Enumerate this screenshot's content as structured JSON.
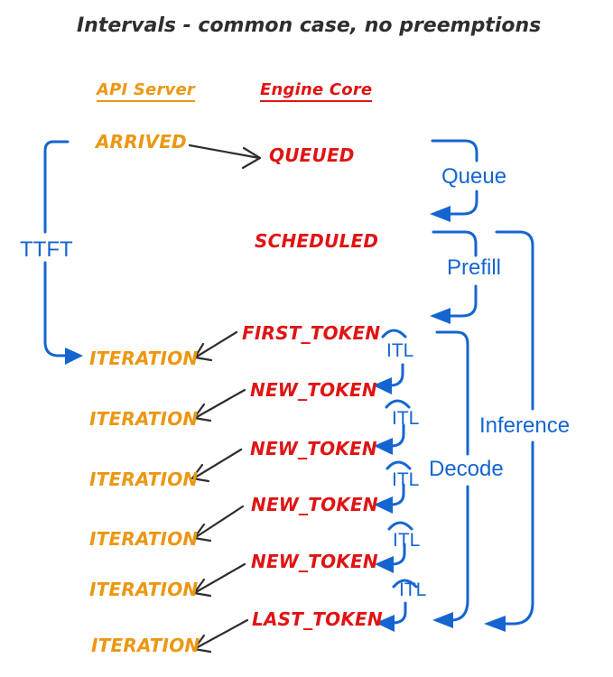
{
  "title": "Intervals - common case, no preemptions",
  "columns": {
    "api_server": "API Server",
    "engine_core": "Engine Core"
  },
  "api_events": {
    "arrived": "ARRIVED",
    "iterations": [
      "ITERATION",
      "ITERATION",
      "ITERATION",
      "ITERATION",
      "ITERATION",
      "ITERATION"
    ]
  },
  "engine_events": {
    "queued": "QUEUED",
    "scheduled": "SCHEDULED",
    "first_token": "FIRST_TOKEN",
    "new_tokens": [
      "NEW_TOKEN",
      "NEW_TOKEN",
      "NEW_TOKEN",
      "NEW_TOKEN"
    ],
    "last_token": "LAST_TOKEN"
  },
  "intervals": {
    "ttft": "TTFT",
    "queue": "Queue",
    "prefill": "Prefill",
    "decode": "Decode",
    "inference": "Inference",
    "itl": [
      "ITL",
      "ITL",
      "ITL",
      "ITL",
      "ITL"
    ]
  },
  "colors": {
    "blue": "#1565D1",
    "orange": "#EC9712",
    "red": "#E01414",
    "ink": "#2E2E2E"
  }
}
